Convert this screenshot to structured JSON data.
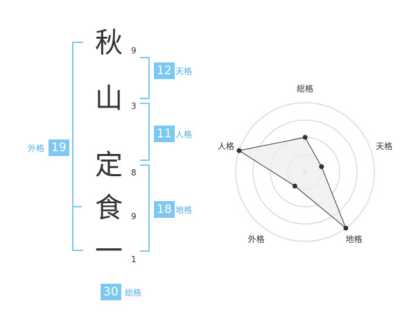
{
  "name": {
    "chars": [
      {
        "char": "秋",
        "strokes": "9"
      },
      {
        "char": "山",
        "strokes": "3"
      },
      {
        "char": "定",
        "strokes": "8"
      },
      {
        "char": "食",
        "strokes": "9"
      },
      {
        "char": "一",
        "strokes": "1"
      }
    ]
  },
  "fortune": {
    "tenkaku": {
      "value": "12",
      "label": "天格"
    },
    "jinkaku": {
      "value": "11",
      "label": "人格"
    },
    "chikaku": {
      "value": "18",
      "label": "地格"
    },
    "gaikaku": {
      "value": "19",
      "label": "外格"
    },
    "soukaku": {
      "value": "30",
      "label": "総格"
    }
  },
  "colors": {
    "accent": "#7cc8f0",
    "label": "#5aaee0",
    "ring": "#cccccc",
    "polygon_fill": "#eeeeee"
  },
  "chart_data": {
    "type": "radar",
    "axes": [
      "総格",
      "天格",
      "地格",
      "外格",
      "人格"
    ],
    "levels": 4,
    "max": 4,
    "values": [
      2,
      1,
      4,
      1,
      4
    ]
  }
}
